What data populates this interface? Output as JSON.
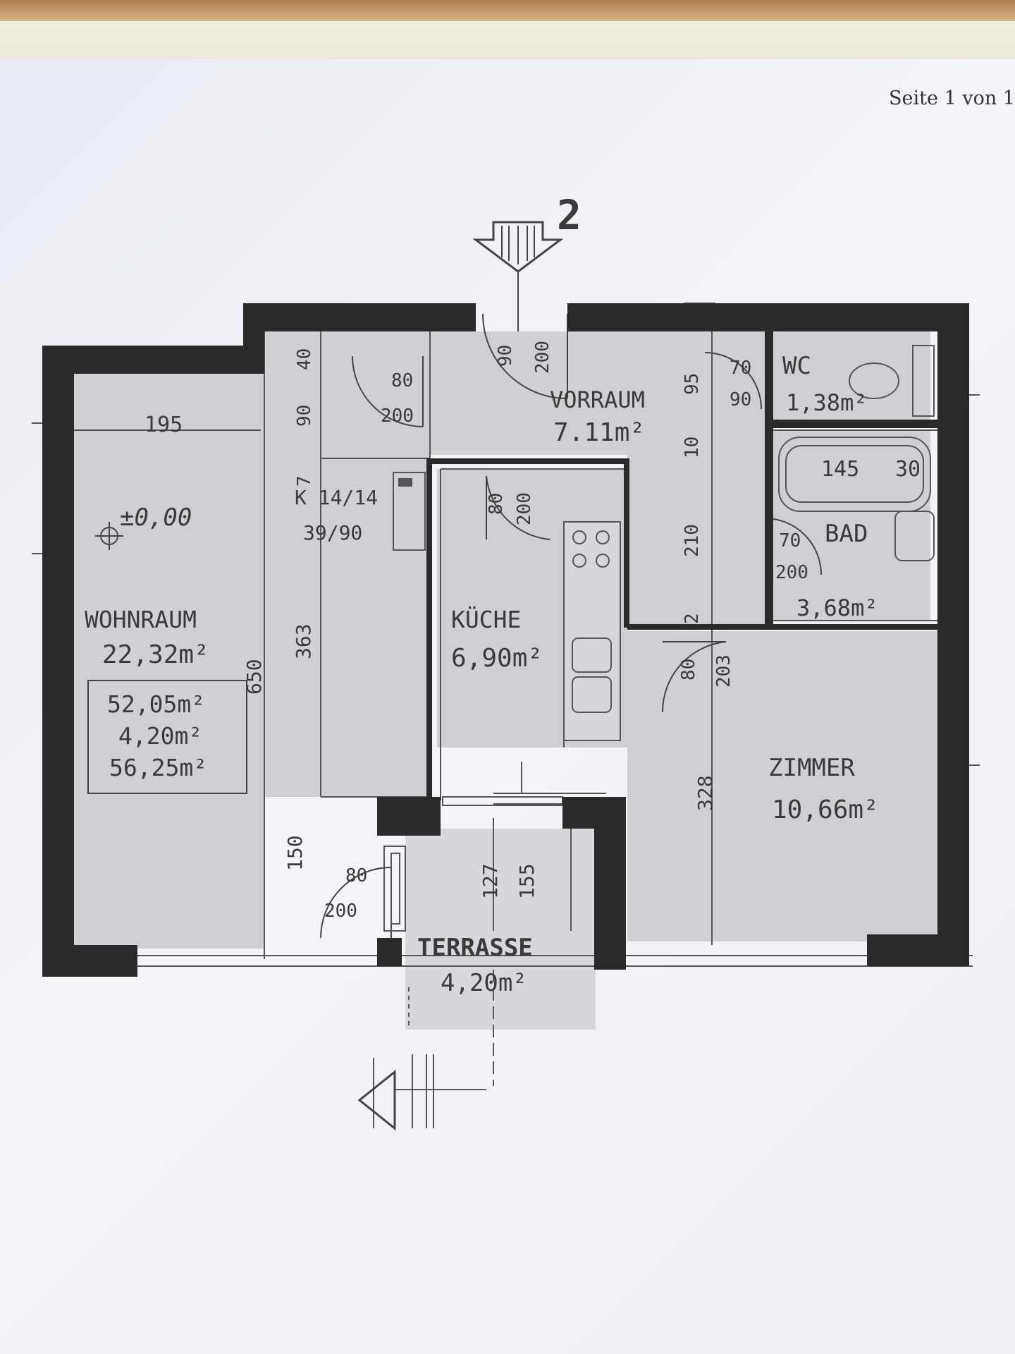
{
  "page": {
    "page_label": "Seite 1 von 1"
  },
  "entrance": {
    "number": "2"
  },
  "rooms": {
    "wohnraum": {
      "name": "WOHNRAUM",
      "area": "22,32m²",
      "width_dim": "195",
      "height_dim": "650",
      "level": "±0,00"
    },
    "summary": {
      "line1": "52,05m²",
      "line2": "4,20m²",
      "line3": "56,25m²"
    },
    "vorraum": {
      "name": "VORRAUM",
      "area": "7.11m²"
    },
    "kueche": {
      "name": "KÜCHE",
      "area": "6,90m²"
    },
    "wc": {
      "name": "WC",
      "area": "1,38m²"
    },
    "bad": {
      "name": "BAD",
      "area": "3,68m²",
      "tub_dim": "145",
      "tub_dim2": "30"
    },
    "zimmer": {
      "name": "ZIMMER",
      "area": "10,66m²",
      "dim": "328"
    },
    "terrasse": {
      "name": "TERRASSE",
      "area": "4,20m²",
      "dim1": "127",
      "dim2": "155"
    },
    "corridor": {
      "dim_top": "40",
      "dim_mid": "90",
      "dim_long": "363",
      "dim_low": "150",
      "chimney_label": "K 14/14",
      "chimney_sub": "39/90",
      "chimney_dim": "7"
    }
  },
  "doors": [
    {
      "w": "80",
      "h": "200"
    },
    {
      "w": "90",
      "h": "200"
    },
    {
      "w": "70",
      "h": "90"
    },
    {
      "w": "80",
      "h": "200"
    },
    {
      "w": "70",
      "h": "200"
    },
    {
      "w": "80",
      "h": "203"
    },
    {
      "w": "80",
      "h": "200"
    }
  ],
  "vorraum_dims": {
    "d1": "95",
    "d2": "10",
    "d3": "210",
    "d4": "2"
  }
}
